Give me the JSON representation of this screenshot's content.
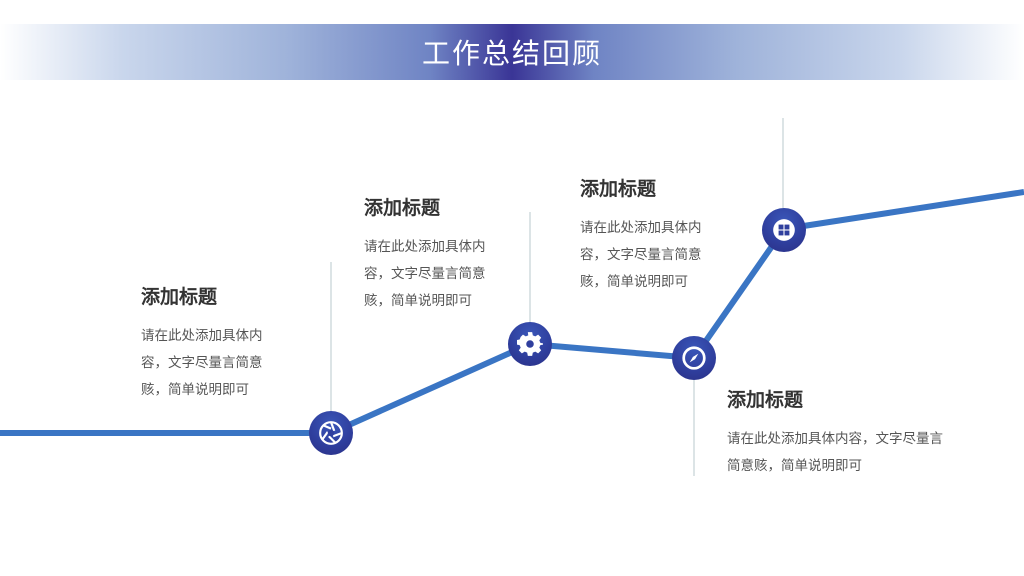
{
  "header": {
    "title": "工作总结回顾"
  },
  "colors": {
    "line": "#3a75c4",
    "node": "#2f3f9e",
    "connector": "#b8c8cc",
    "title_text": "#333333",
    "body_text": "#555555"
  },
  "steps": [
    {
      "title": "添加标题",
      "desc_lines": [
        "请在此处添加具体内",
        "容，文字尽量言简意",
        "赅，简单说明即可"
      ],
      "icon": "aperture-icon"
    },
    {
      "title": "添加标题",
      "desc_lines": [
        "请在此处添加具体内",
        "容，文字尽量言简意",
        "赅，简单说明即可"
      ],
      "icon": "gear-icon"
    },
    {
      "title": "添加标题",
      "desc_lines": [
        "请在此处添加具体内",
        "容，文字尽量言简意",
        "赅，简单说明即可"
      ],
      "icon": "compass-icon"
    },
    {
      "title": "添加标题",
      "desc_lines": [
        "请在此处添加具体内容，文字尽量言",
        "简意赅，简单说明即可"
      ],
      "icon": "windows-icon"
    }
  ]
}
